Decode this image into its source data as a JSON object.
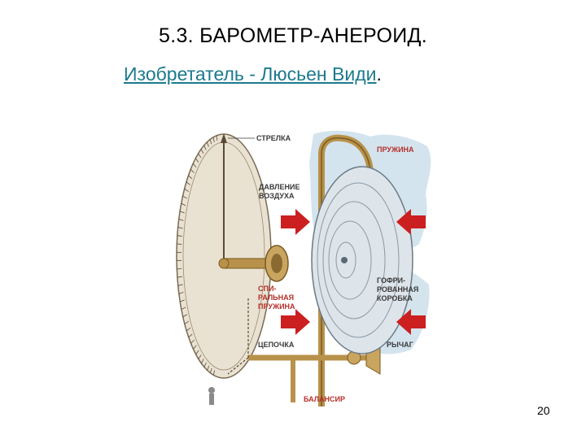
{
  "slide": {
    "title": "5.3. БАРОМЕТР-АНЕРОИД.",
    "subtitle_link": "Изобретатель - Люсьен Види",
    "subtitle_tail": ".",
    "page_number": "20"
  },
  "figure": {
    "labels": {
      "needle": "СТРЕЛКА",
      "spring": "ПРУЖИНА",
      "air_pressure_1": "ДАВЛЕНИЕ",
      "air_pressure_2": "ВОЗДУХА",
      "spiral_1": "СПИ-",
      "spiral_2": "РАЛЬНАЯ",
      "spiral_3": "ПРУЖИНА",
      "box_1": "ГОФРИ-",
      "box_2": "РОВАННАЯ",
      "box_3": "КОРОБКА",
      "chain": "ЦЕПОЧКА",
      "lever": "РЫЧАГ",
      "balance": "БАЛАНСИР"
    },
    "colors": {
      "label_dark": "#3a3a3a",
      "label_red": "#b5302a",
      "arrow_red": "#cc1f1f",
      "brass": "#b8924a",
      "brass_dark": "#7a5a22",
      "dial_fill": "#e9e2d2",
      "box_fill": "#dde4ea",
      "sky": "#c6dbe8"
    }
  }
}
